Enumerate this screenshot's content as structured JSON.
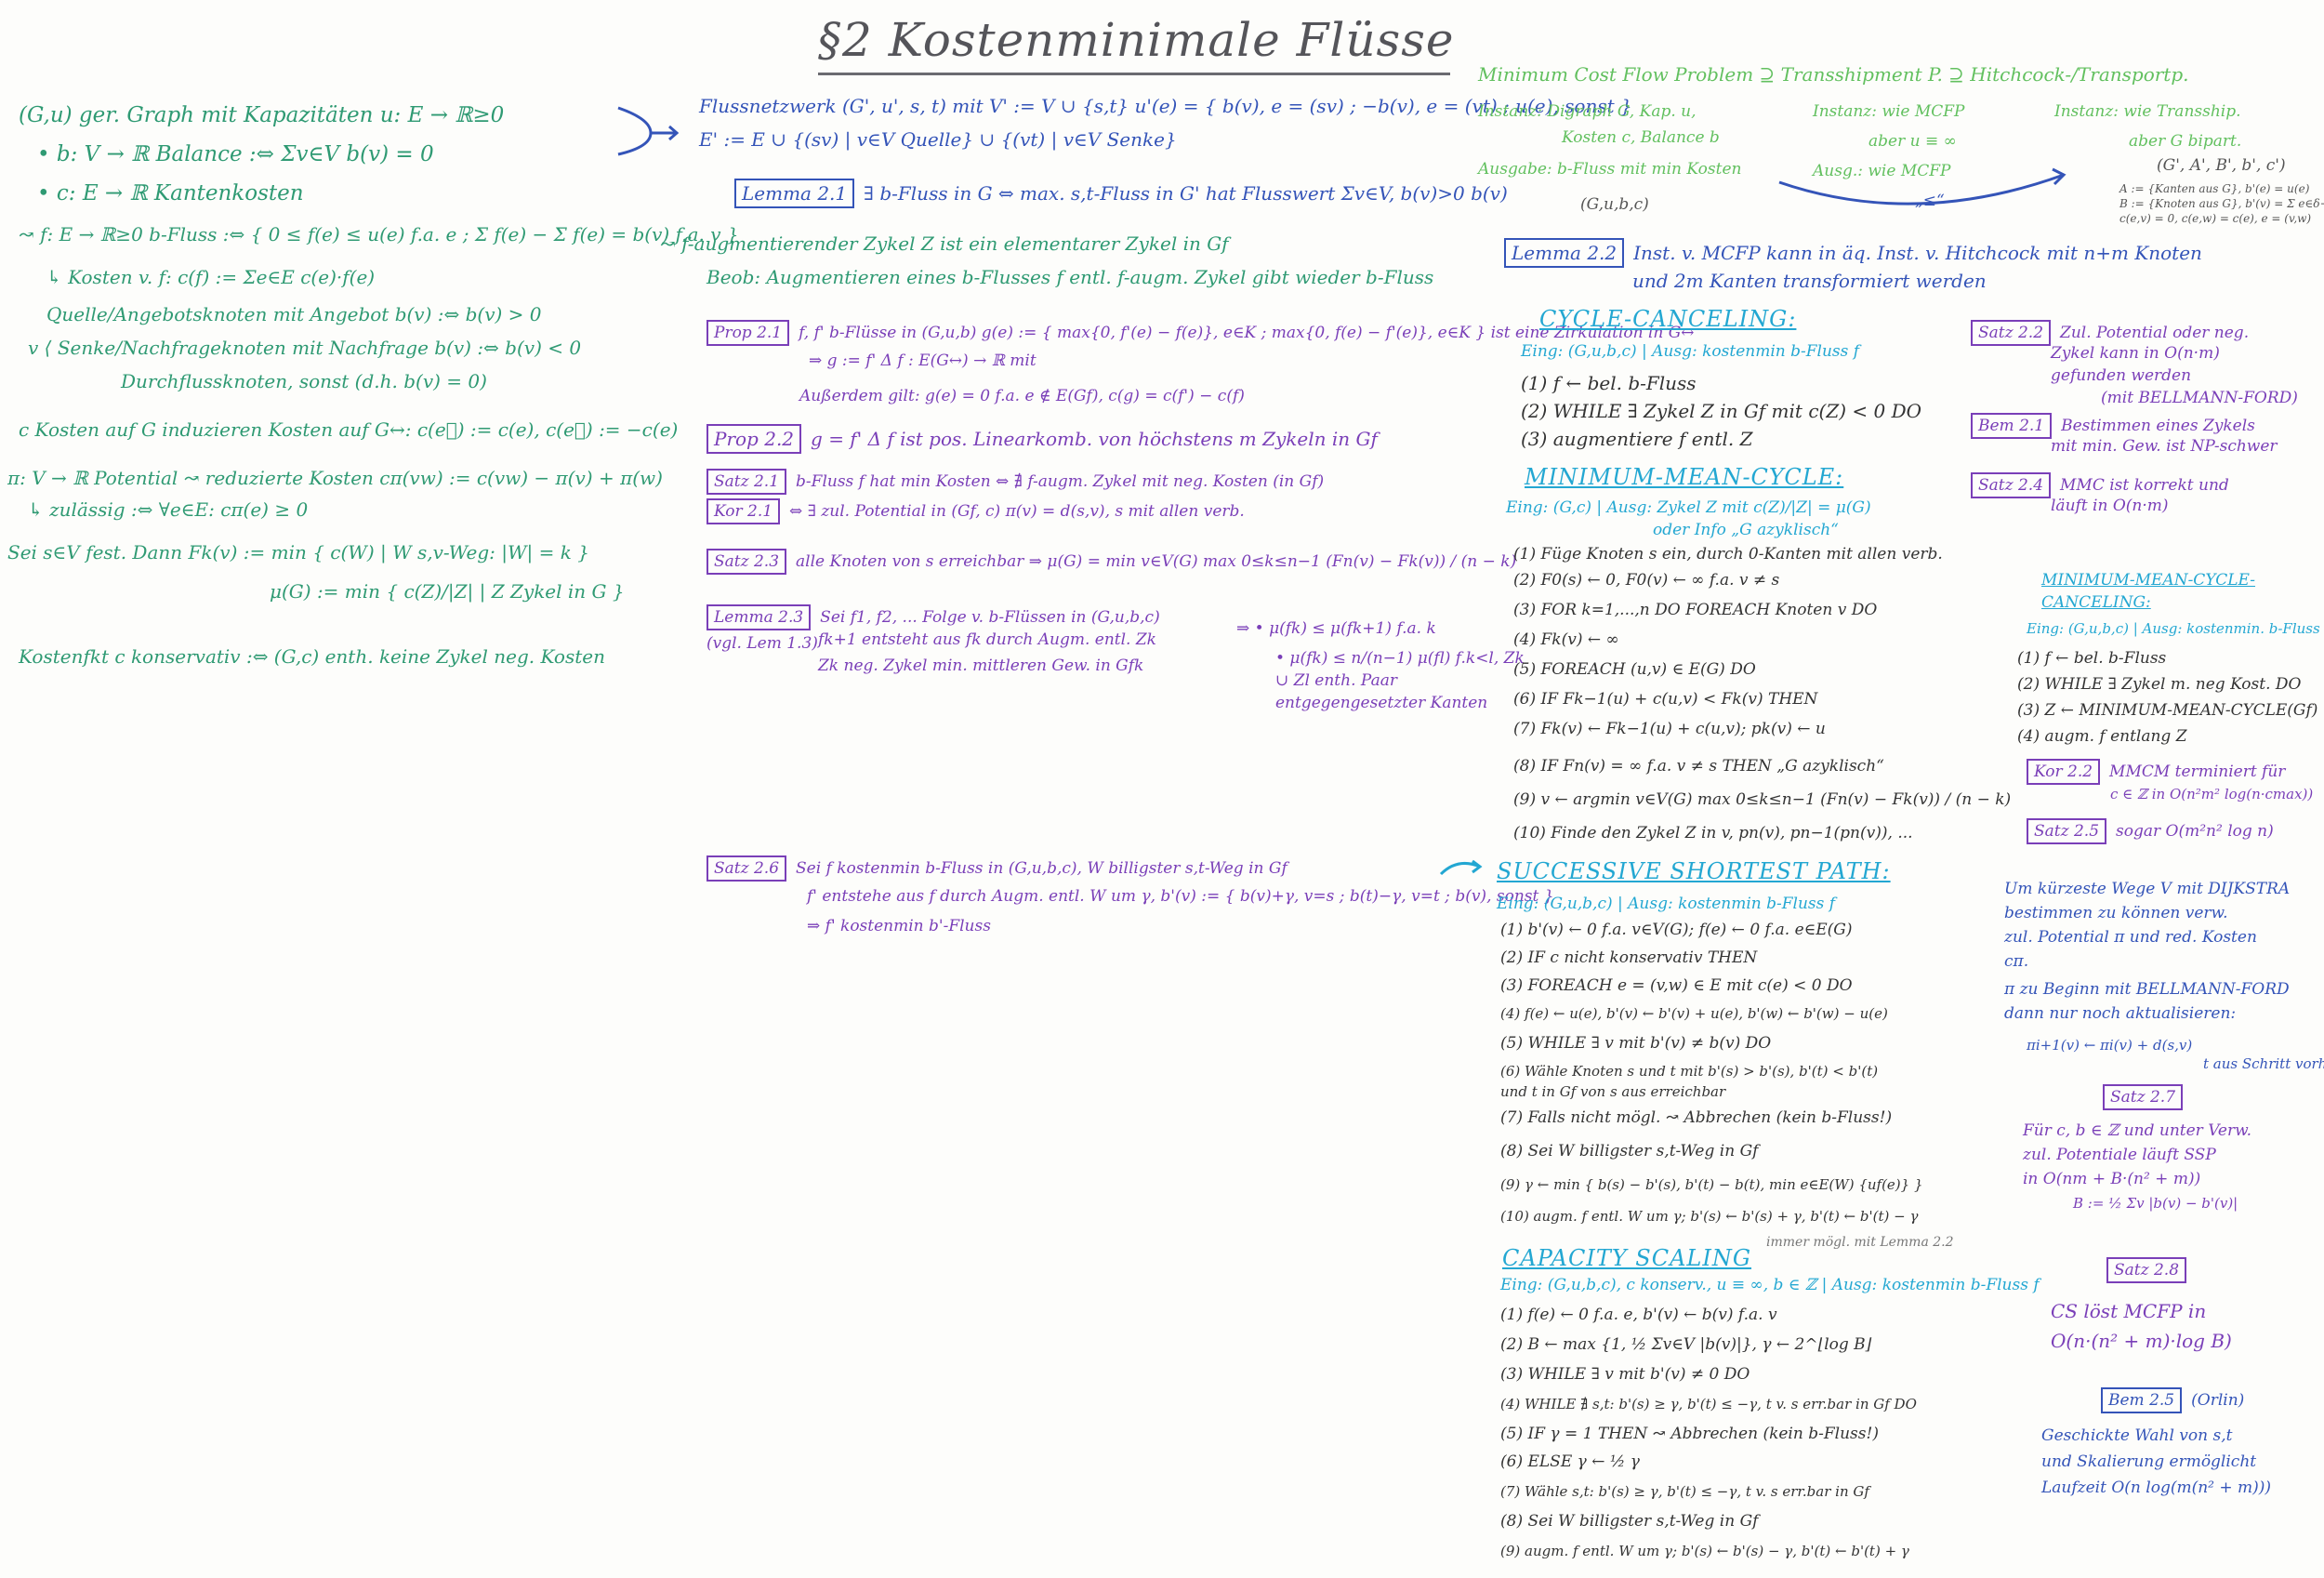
{
  "title": "§2 Kostenminimale Flüsse",
  "col1": [
    "(G,u) ger. Graph mit Kapazitäten u: E → ℝ≥0",
    "• b: V → ℝ Balance :⇔ Σv∈V b(v) = 0",
    "• c: E → ℝ Kantenkosten",
    "↝ f: E → ℝ≥0 b-Fluss :⇔ { 0 ≤ f(e) ≤ u(e) f.a. e ; Σ f(e) − Σ f(e) = b(v) f.a. v }",
    "↳ Kosten v. f: c(f) := Σe∈E c(e)·f(e)",
    "Quelle/Angebotsknoten mit Angebot b(v) :⇔ b(v) > 0",
    "v ⟨ Senke/Nachfrageknoten mit Nachfrage b(v) :⇔ b(v) < 0",
    "Durchflussknoten, sonst (d.h. b(v) = 0)",
    "c Kosten auf G induzieren Kosten auf G↔: c(e⃗) := c(e), c(e⃖) := −c(e)",
    "π: V → ℝ Potential ↝ reduzierte Kosten cπ(vw) := c(vw) − π(v) + π(w)",
    "↳ zulässig :⇔ ∀e∈E: cπ(e) ≥ 0",
    "Sei s∈V fest. Dann Fk(v) := min { c(W) | W s,v-Weg: |W| = k }",
    "μ(G) := min { c(Z)/|Z| | Z Zykel in G }",
    "Kostenfkt c konservativ :⇔ (G,c) enth. keine Zykel neg. Kosten"
  ],
  "col2": {
    "flussnetzwerk": [
      "Flussnetzwerk (G', u', s, t) mit V' := V ∪ {s,t}   u'(e) = { b(v), e = (sv) ; −b(v), e = (vt) ; u(e), sonst }",
      "E' := E ∪ {(sv) | v∈V Quelle} ∪ {(vt) | v∈V Senke}"
    ],
    "lemma21": {
      "label": "Lemma 2.1",
      "text": "∃ b-Fluss in G ⇔ max. s,t-Fluss in G' hat Flusswert Σv∈V, b(v)>0 b(v)"
    },
    "f_aug": [
      "↝ f-augmentierender Zykel Z ist ein elementarer Zykel in Gf",
      "Beob: Augmentieren eines b-Flusses f entl. f-augm. Zykel gibt wieder b-Fluss"
    ],
    "prop21": {
      "label": "Prop 2.1",
      "lines": [
        "f, f' b-Flüsse in (G,u,b)   g(e) := { max{0, f'(e) − f(e)}, e∈K ; max{0, f(e) − f'(e)}, e∈K }  ist eine Zirkulation in G↔",
        "⇒ g := f' Δ f : E(G↔) → ℝ mit",
        "Außerdem gilt: g(e) = 0 f.a. e ∉ E(Gf), c(g) = c(f') − c(f)"
      ]
    },
    "prop22": {
      "label": "Prop 2.2",
      "text": "g = f' Δ f ist pos. Linearkomb. von höchstens m Zykeln in Gf"
    },
    "satz21": {
      "label": "Satz 2.1",
      "label2": "Kor 2.1",
      "lines": [
        "b-Fluss f hat min Kosten ⇔ ∄ f-augm. Zykel mit neg. Kosten (in Gf)",
        "⇔ ∃ zul. Potential in (Gf, c)   π(v) = d(s,v), s mit allen verb."
      ]
    },
    "satz23": {
      "label": "Satz 2.3",
      "text": "alle Knoten von s erreichbar ⇒ μ(G) = min v∈V(G) max 0≤k≤n−1 (Fn(v) − Fk(v)) / (n − k)"
    },
    "lemma23": {
      "label": "Lemma 2.3",
      "ref": "(vgl. Lem 1.3)",
      "lines": [
        "Sei f1, f2, ... Folge v. b-Flüssen in (G,u,b,c)",
        "fk+1 entsteht aus fk durch Augm. entl. Zk",
        "Zk neg. Zykel min. mittleren Gew. in Gfk",
        "⇒ • μ(fk) ≤ μ(fk+1) f.a. k",
        "• μ(fk) ≤ n/(n−1) μ(fl) f.k<l, Zk ∪ Zl enth. Paar entgegengesetzter Kanten"
      ]
    },
    "satz26": {
      "label": "Satz 2.6",
      "lines": [
        "Sei f kostenmin b-Fluss in (G,u,b,c), W billigster s,t-Weg in Gf",
        "f' entstehe aus f durch Augm. entl. W um γ, b'(v) := { b(v)+γ, v=s ; b(t)−γ, v=t ; b(v), sonst }",
        "⇒ f' kostenmin b'-Fluss"
      ]
    }
  },
  "top_right": {
    "heading": "Minimum Cost Flow Problem ⊇ Transshipment P. ⊇ Hitchcock-/Transportp.",
    "instanz1": [
      "Instanz: Digraph G, Kap. u,",
      "Kosten c, Balance b",
      "Ausgabe: b-Fluss mit min Kosten",
      "(G,u,b,c)"
    ],
    "instanz2": [
      "Instanz: wie MCFP",
      "aber u ≡ ∞",
      "Ausg.: wie MCFP"
    ],
    "instanz3": [
      "Instanz: wie Transship.",
      "aber G bipart.",
      "(G', A', B', b', c')"
    ],
    "arrow_label": "„≤“",
    "small_notes": [
      "A := {Kanten aus G}, b'(e) = u(e)",
      "B := {Knoten aus G}, b'(v) = Σ e∈δ−(v) u(e) − b(v)",
      "c(e,v) = 0, c(e,w) = c(e), e = (v,w)"
    ],
    "lemma22": {
      "label": "Lemma 2.2",
      "text": [
        "Inst. v. MCFP kann in äq. Inst. v. Hitchcock mit n+m Knoten",
        "und 2m Kanten transformiert werden"
      ]
    }
  },
  "cycle_canceling": {
    "title": "CYCLE-CANCELING:",
    "io": "Eing: (G,u,b,c) | Ausg: kostenmin b-Fluss f",
    "steps": [
      "(1) f ← bel. b-Fluss",
      "(2) WHILE ∃ Zykel Z in Gf mit c(Z) < 0 DO",
      "(3)   augmentiere f entl. Z"
    ],
    "satz22": {
      "label": "Satz 2.2",
      "text": [
        "Zul. Potential oder neg.",
        "Zykel kann in O(n·m)",
        "gefunden werden",
        "(mit BELLMANN-FORD)"
      ]
    },
    "bem21": {
      "label": "Bem 2.1",
      "text": [
        "Bestimmen eines Zykels",
        "mit min. Gew. ist NP-schwer"
      ]
    },
    "satz24": {
      "label": "Satz 2.4",
      "text": [
        "MMC ist korrekt und",
        "läuft in O(n·m)"
      ]
    }
  },
  "min_mean_cycle": {
    "title": "MINIMUM-MEAN-CYCLE:",
    "io": [
      "Eing: (G,c) | Ausg: Zykel Z mit c(Z)/|Z| = μ(G)",
      "oder Info „G azyklisch“"
    ],
    "steps": [
      "(1) Füge Knoten s ein, durch 0-Kanten mit allen verb.",
      "(2) F0(s) ← 0, F0(v) ← ∞ f.a. v ≠ s",
      "(3) FOR k=1,...,n DO FOREACH Knoten v DO",
      "(4)   Fk(v) ← ∞",
      "(5)   FOREACH (u,v) ∈ E(G) DO",
      "(6)     IF Fk−1(u) + c(u,v) < Fk(v) THEN",
      "(7)       Fk(v) ← Fk−1(u) + c(u,v); pk(v) ← u",
      "(8) IF Fn(v) = ∞ f.a. v ≠ s THEN „G azyklisch“",
      "(9) v ← argmin v∈V(G) max 0≤k≤n−1 (Fn(v) − Fk(v)) / (n − k)",
      "(10) Finde den Zykel Z in v, pn(v), pn−1(pn(v)), ..."
    ]
  },
  "mmcc": {
    "title": "MINIMUM-MEAN-CYCLE-CANCELING:",
    "io": "Eing: (G,u,b,c) | Ausg: kostenmin. b-Fluss",
    "steps": [
      "(1) f ← bel. b-Fluss",
      "(2) WHILE ∃ Zykel m. neg Kost. DO",
      "(3)   Z ← MINIMUM-MEAN-CYCLE(Gf)",
      "(4)   augm. f entlang Z"
    ],
    "kor22": {
      "label": "Kor 2.2",
      "text": [
        "MMCM terminiert für",
        "c ∈ ℤ in O(n²m² log(n·cmax))"
      ]
    },
    "satz25": {
      "label": "Satz 2.5",
      "text": "sogar O(m²n² log n)"
    }
  },
  "ssp": {
    "title": "SUCCESSIVE SHORTEST PATH:",
    "io": "Eing: (G,u,b,c) | Ausg: kostenmin b-Fluss f",
    "steps": [
      "(1) b'(v) ← 0 f.a. v∈V(G); f(e) ← 0 f.a. e∈E(G)",
      "(2) IF c nicht konservativ THEN",
      "(3)   FOREACH e = (v,w) ∈ E mit c(e) < 0 DO",
      "(4)     f(e) ← u(e), b'(v) ← b'(v) + u(e), b'(w) ← b'(w) − u(e)",
      "(5) WHILE ∃ v mit b'(v) ≠ b(v) DO",
      "(6)   Wähle Knoten s und t mit b'(s) > b'(s), b'(t) < b'(t)",
      "      und t in Gf von s aus erreichbar",
      "(7)   Falls nicht mögl. ↝ Abbrechen (kein b-Fluss!)",
      "(8)   Sei W billigster s,t-Weg in Gf",
      "(9)   γ ← min { b(s) − b'(s), b'(t) − b(t), min e∈E(W) {uf(e)} }",
      "(10)  augm. f entl. W um γ; b'(s) ← b'(s) + γ, b'(t) ← b'(t) − γ"
    ],
    "notes": [
      "Um kürzeste Wege V mit DIJKSTRA",
      "bestimmen zu können verw.",
      "zul. Potential π und red. Kosten",
      "cπ.",
      "π zu Beginn mit BELLMANN-FORD",
      "dann nur noch aktualisieren:",
      "πi+1(v) ← πi(v) + d(s,v)",
      "t aus Schritt vorher!"
    ],
    "satz27": {
      "label": "Satz 2.7",
      "text": [
        "Für c, b ∈ ℤ und unter Verw.",
        "zul. Potentiale läuft SSP",
        "in O(nm + B·(n² + m))",
        "B := ½ Σv |b(v) − b'(v)|"
      ]
    }
  },
  "capacity_scaling": {
    "title": "CAPACITY SCALING",
    "note": "immer mögl. mit Lemma 2.2",
    "io": "Eing: (G,u,b,c), c konserv., u ≡ ∞, b ∈ ℤ | Ausg: kostenmin b-Fluss f",
    "steps": [
      "(1) f(e) ← 0 f.a. e, b'(v) ← b(v) f.a. v",
      "(2) B ← max {1, ½ Σv∈V |b(v)|}, γ ← 2^⌊log B⌋",
      "(3) WHILE ∃ v mit b'(v) ≠ 0 DO",
      "(4)   WHILE ∄ s,t: b'(s) ≥ γ, b'(t) ≤ −γ, t v. s err.bar in Gf DO",
      "(5)     IF γ = 1 THEN ↝ Abbrechen (kein b-Fluss!)",
      "(6)     ELSE γ ← ½ γ",
      "(7)   Wähle s,t: b'(s) ≥ γ, b'(t) ≤ −γ, t v. s err.bar in Gf",
      "(8)   Sei W billigster s,t-Weg in Gf",
      "(9)   augm. f entl. W um γ; b'(s) ← b'(s) − γ, b'(t) ← b'(t) + γ"
    ],
    "satz28": {
      "label": "Satz 2.8",
      "text": [
        "CS löst MCFP in",
        "O(n·(n² + m)·log B)"
      ]
    },
    "bem25": {
      "label": "Bem 2.5",
      "extra": "(Orlin)",
      "text": [
        "Geschickte Wahl von s,t",
        "und Skalierung ermöglicht",
        "Laufzeit O(n log(m(n² + m)))"
      ]
    }
  },
  "colors": {
    "green": "#2f9a73",
    "lightgreen": "#62c05f",
    "blue": "#3454b8",
    "purple": "#7a3fb8",
    "cyan": "#23a7d2",
    "title": "#55555a"
  }
}
